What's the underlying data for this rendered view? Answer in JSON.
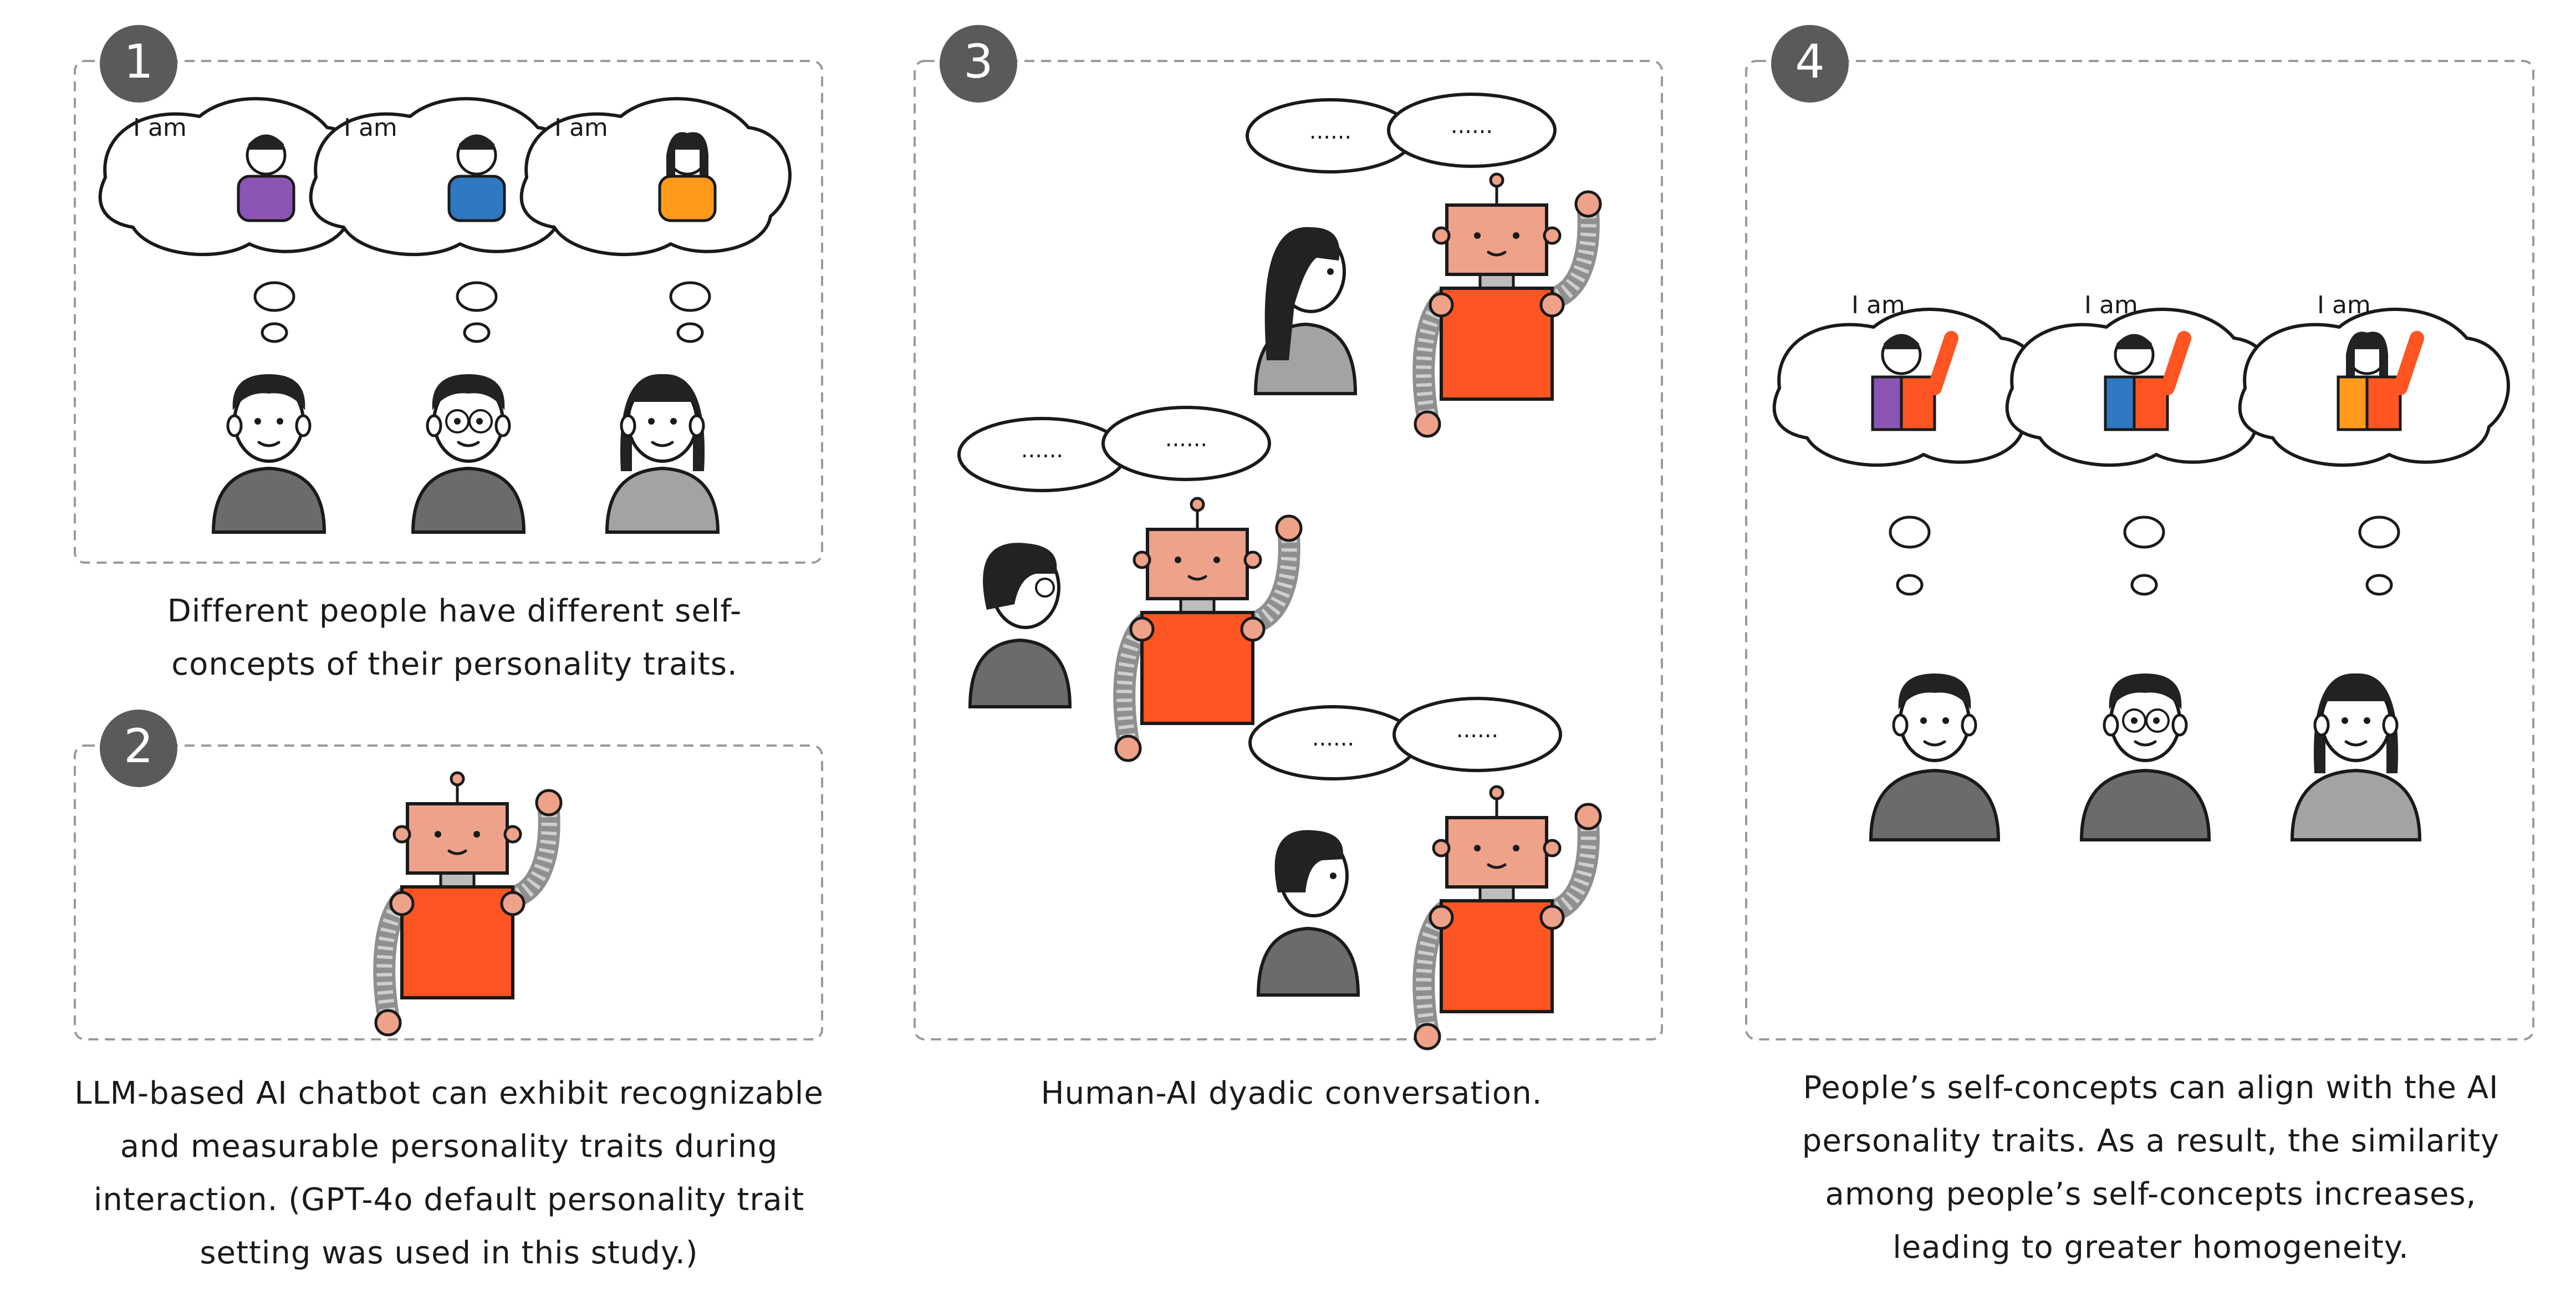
{
  "steps": [
    {
      "number": "1",
      "bubble_text": [
        "I am",
        "I am",
        "I am"
      ],
      "caption": [
        "Different people have different self-",
        "concepts of their personality traits."
      ]
    },
    {
      "number": "2",
      "caption": [
        "LLM-based AI chatbot can exhibit recognizable",
        "and measurable personality traits during",
        "interaction. (GPT-4o default personality trait",
        "setting was used in this study.)"
      ]
    },
    {
      "number": "3",
      "speech_text": "......",
      "caption": [
        "Human-AI dyadic conversation."
      ]
    },
    {
      "number": "4",
      "bubble_text": [
        "I am",
        "I am",
        "I am"
      ],
      "caption": [
        "People’s self-concepts can align with the AI",
        "personality traits. As a result, the similarity",
        "among people’s self-concepts increases,",
        "leading to greater homogeneity."
      ]
    }
  ],
  "colors": {
    "robot_body": "#fe5522",
    "robot_head": "#eea28a",
    "trait_purple": "#8a55b5",
    "trait_blue": "#2f78c2",
    "trait_orange": "#ff9a1a",
    "hair": "#222222",
    "shirt_dark": "#6b6b6b",
    "shirt_light": "#a3a3a3",
    "panel_border": "#9a9a9a"
  }
}
